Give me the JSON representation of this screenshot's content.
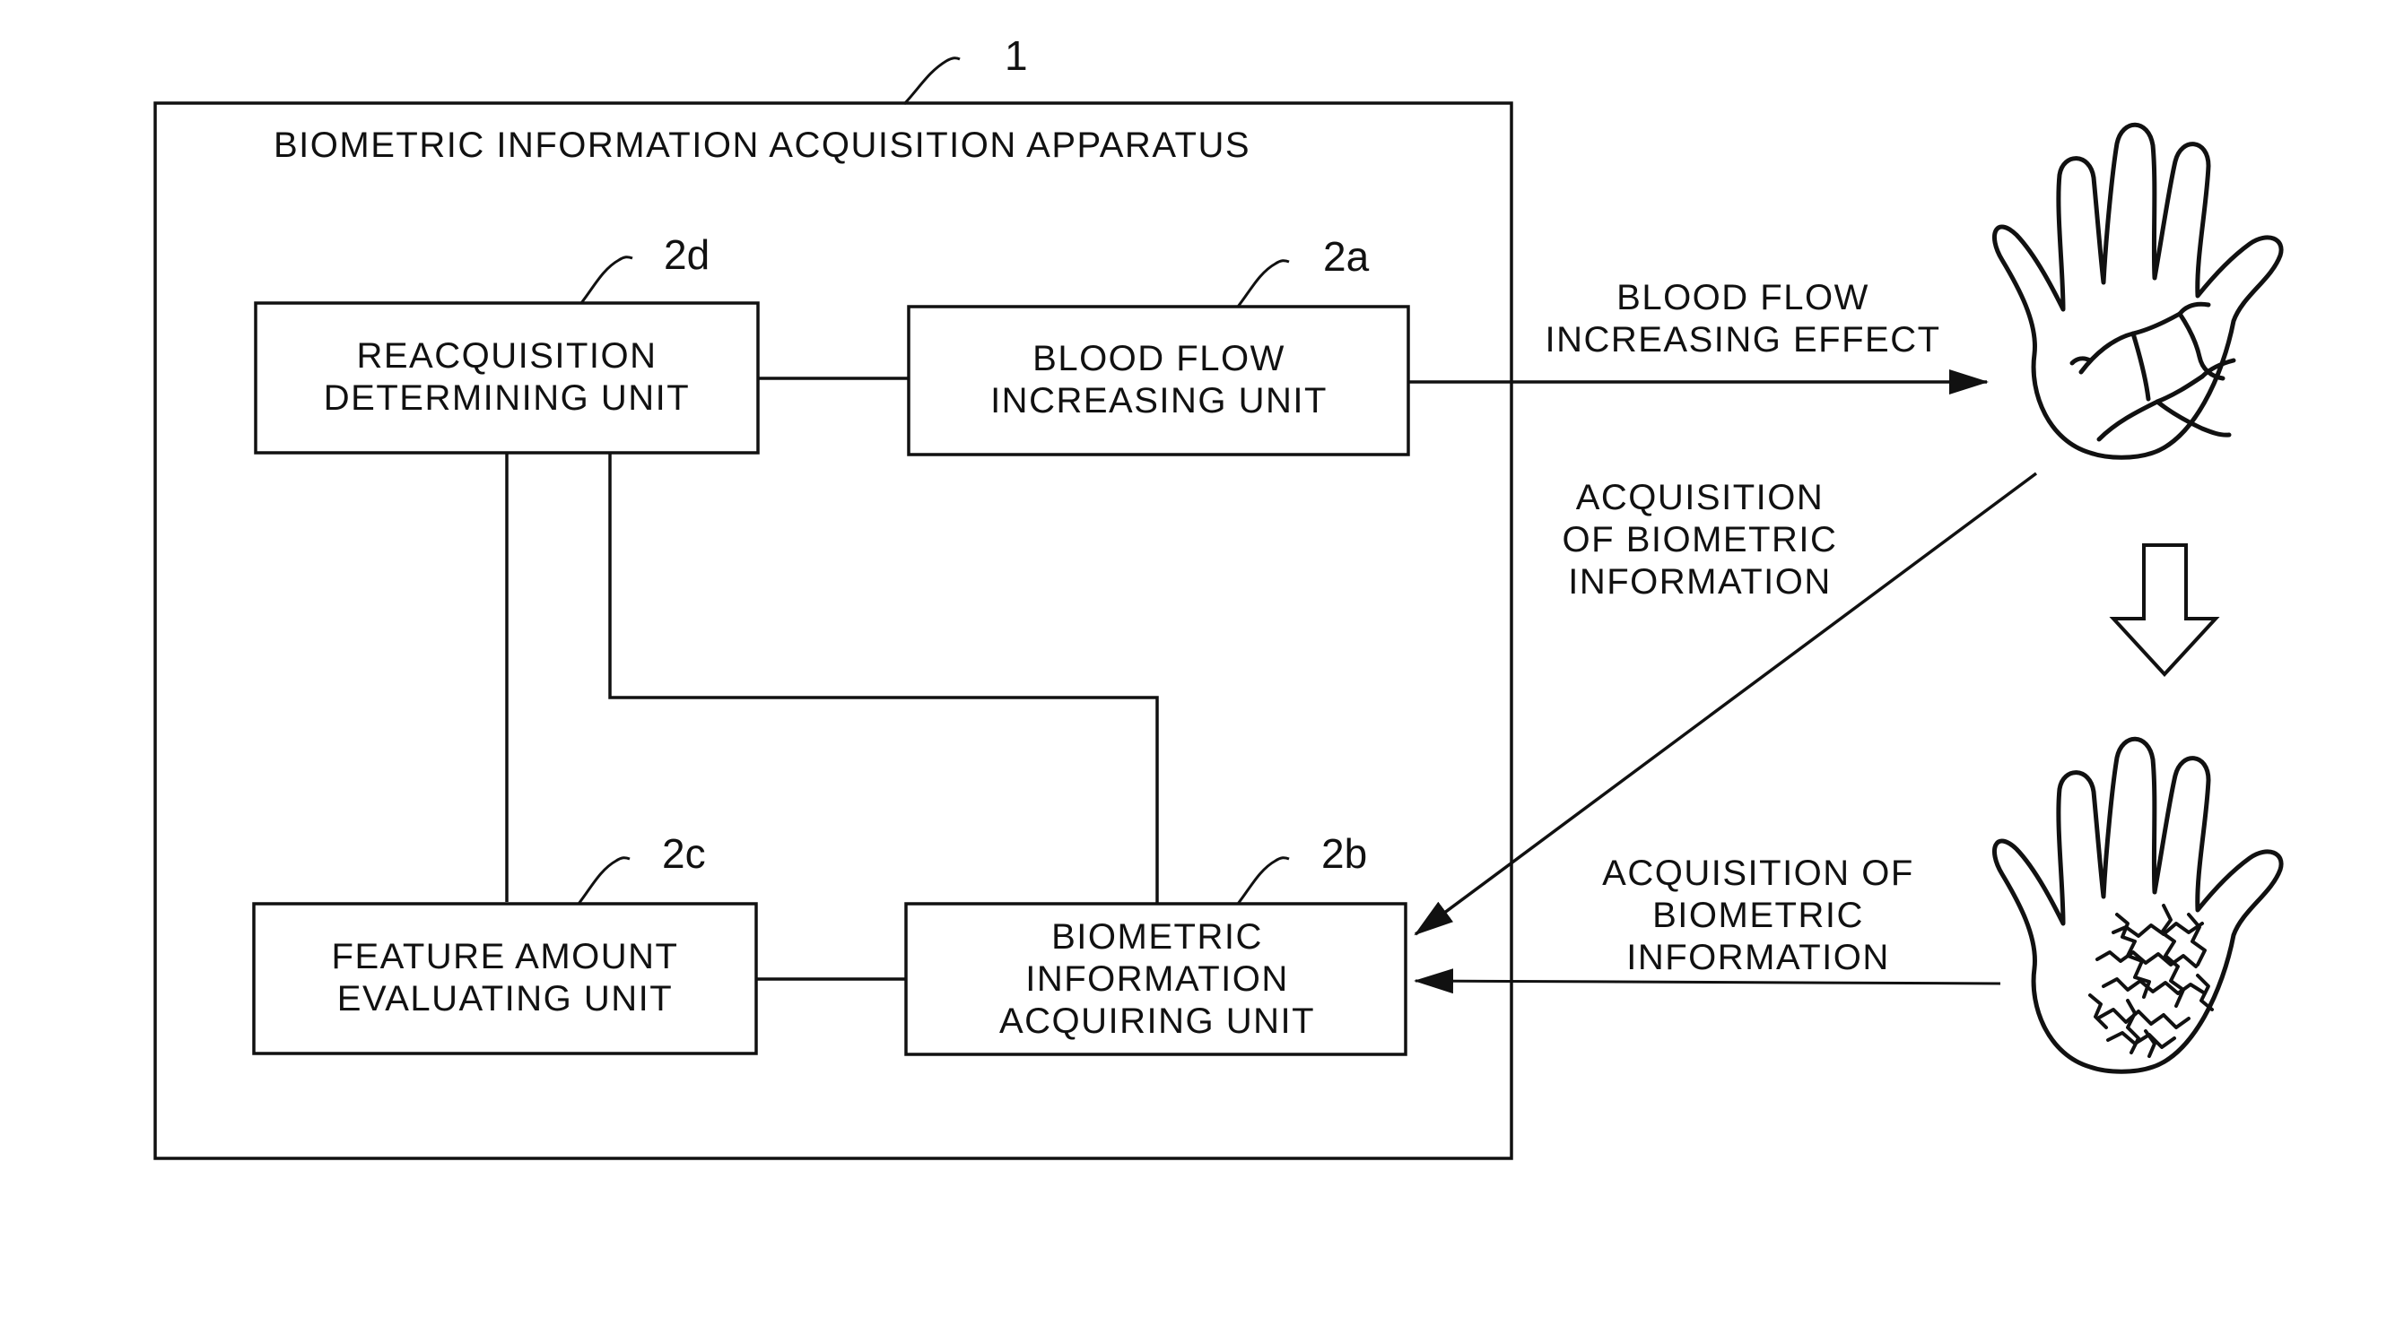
{
  "apparatus": {
    "ref": "1",
    "title": "BIOMETRIC INFORMATION ACQUISITION APPARATUS"
  },
  "units": {
    "reacquisition": {
      "ref": "2d",
      "lines": [
        "REACQUISITION",
        "DETERMINING UNIT"
      ]
    },
    "blood_flow": {
      "ref": "2a",
      "lines": [
        "BLOOD FLOW",
        "INCREASING UNIT"
      ]
    },
    "feature": {
      "ref": "2c",
      "lines": [
        "FEATURE AMOUNT",
        "EVALUATING UNIT"
      ]
    },
    "biometric": {
      "ref": "2b",
      "lines": [
        "BIOMETRIC",
        "INFORMATION",
        "ACQUIRING UNIT"
      ]
    }
  },
  "arrows": {
    "blood_flow_effect": [
      "BLOOD FLOW",
      "INCREASING EFFECT"
    ],
    "acquisition_diag": [
      "ACQUISITION",
      "OF BIOMETRIC",
      "INFORMATION"
    ],
    "acquisition_lower": [
      "ACQUISITION OF",
      "BIOMETRIC",
      "INFORMATION"
    ]
  },
  "icons": {
    "hand_top": "hand-sparse-veins-icon",
    "hand_bottom": "hand-dense-veins-icon",
    "transition": "down-arrow-icon"
  }
}
